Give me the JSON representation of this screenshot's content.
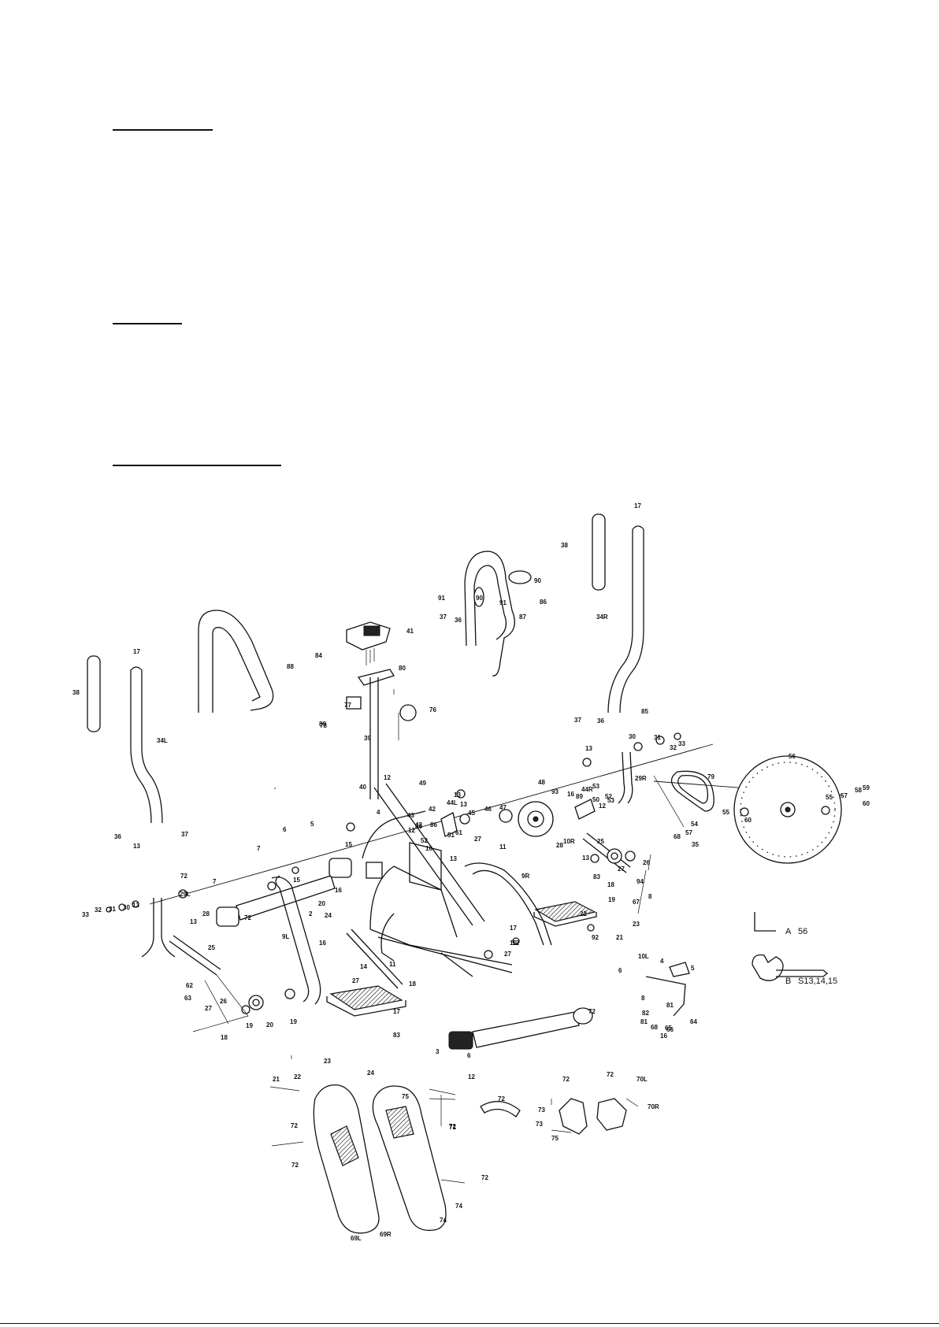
{
  "tools": {
    "allen_key": {
      "letter": "A",
      "size": "56"
    },
    "wrench": {
      "letter": "B",
      "sizes": "S13,14,15"
    }
  },
  "labels": [
    "17",
    "38",
    "34R",
    "90",
    "91",
    "90",
    "86",
    "91",
    "37",
    "36",
    "87",
    "41",
    "84",
    "88",
    "80",
    "77",
    "78",
    "76",
    "89",
    "39",
    "17",
    "38",
    "34L",
    "85",
    "37",
    "36",
    "13",
    "30",
    "31",
    "32",
    "33",
    "29R",
    "79",
    "56",
    "55",
    "57",
    "58",
    "59",
    "60",
    "12",
    "49",
    "40",
    "42",
    "44L",
    "13",
    "45",
    "46",
    "47",
    "48",
    "93",
    "16",
    "44R",
    "53",
    "52",
    "12",
    "43",
    "86",
    "13",
    "12",
    "43",
    "86",
    "52",
    "53",
    "50",
    "51",
    "61",
    "27",
    "89",
    "68",
    "57",
    "54",
    "55",
    "60",
    "35",
    "37",
    "36",
    "13",
    "72",
    "4",
    "5",
    "6",
    "7",
    "15",
    "13",
    "11",
    "28",
    "10R",
    "25",
    "33",
    "32",
    "31",
    "30",
    "13",
    "29L",
    "16",
    "9R",
    "83",
    "27",
    "26",
    "7",
    "2",
    "72",
    "24",
    "18",
    "94",
    "8",
    "13",
    "15",
    "16",
    "20",
    "19",
    "67",
    "23",
    "12",
    "17",
    "27",
    "28",
    "13",
    "25",
    "9L",
    "14",
    "16",
    "22",
    "21",
    "92",
    "62",
    "63",
    "27",
    "26",
    "27",
    "11",
    "18",
    "17",
    "16",
    "10L",
    "4",
    "5",
    "6",
    "8",
    "81",
    "82",
    "81",
    "68",
    "66",
    "16",
    "64",
    "65",
    "18",
    "19",
    "20",
    "19",
    "83",
    "21",
    "22",
    "23",
    "24",
    "12",
    "6",
    "72",
    "3",
    "72",
    "72",
    "70L",
    "70R",
    "72",
    "73",
    "71",
    "72",
    "75",
    "72",
    "73",
    "75",
    "72",
    "72",
    "74",
    "69L",
    "69R",
    "74"
  ]
}
